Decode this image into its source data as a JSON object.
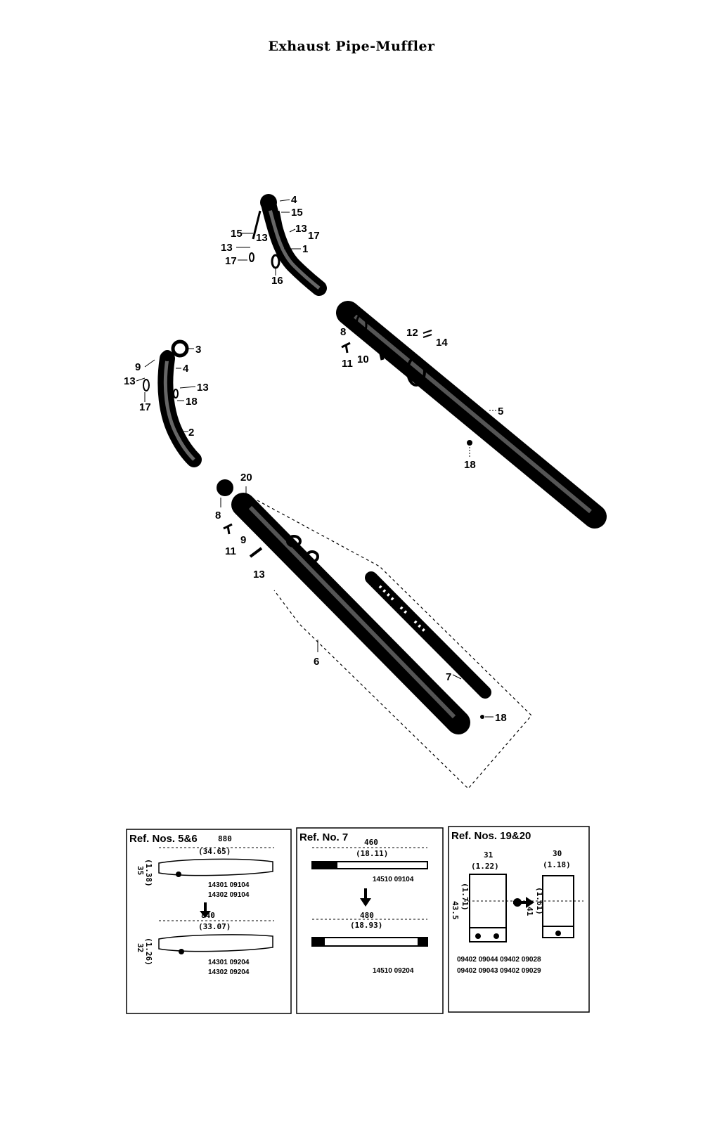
{
  "title": "Exhaust Pipe-Muffler",
  "callouts": {
    "p1": "1",
    "p2": "2",
    "p3": "3",
    "p4a": "4",
    "p4b": "4",
    "p5": "5",
    "p6": "6",
    "p7": "7",
    "p8a": "8",
    "p8b": "8",
    "p9a": "9",
    "p9b": "9",
    "p10": "10",
    "p11a": "11",
    "p11b": "11",
    "p12": "12",
    "p13a": "13",
    "p13b": "13",
    "p13c": "13",
    "p13d": "13",
    "p13e": "13",
    "p13f": "13",
    "p14": "14",
    "p15a": "15",
    "p15b": "15",
    "p16": "16",
    "p17a": "17",
    "p17b": "17",
    "p17c": "17",
    "p18a": "18",
    "p18b": "18",
    "p18c": "18",
    "p20": "20"
  },
  "box1": {
    "title": "Ref. Nos. 5&6",
    "len1": "880",
    "len1_in": "(34.65)",
    "dia1": "35",
    "dia1_in": "(1.38)",
    "part1a": "14301  09104",
    "part1b": "14302  09104",
    "len2": "840",
    "len2_in": "(33.07)",
    "dia2": "32",
    "dia2_in": "(1.26)",
    "part2a": "14301  09204",
    "part2b": "14302  09204"
  },
  "box2": {
    "title": "Ref. No. 7",
    "len1": "460",
    "len1_in": "(18.11)",
    "part1": "14510  09104",
    "len2": "480",
    "len2_in": "(18.93)",
    "part2": "14510  09204"
  },
  "box3": {
    "title": "Ref. Nos. 19&20",
    "w1": "31",
    "w1_in": "(1.22)",
    "h1": "43.5",
    "h1_in": "(1.71)",
    "w2": "30",
    "w2_in": "(1.18)",
    "h2": "41",
    "h2_in": "(1.61)",
    "parts_row1": "09402  09044   09402  09028",
    "parts_row2": "09402  09043   09402  09029"
  }
}
